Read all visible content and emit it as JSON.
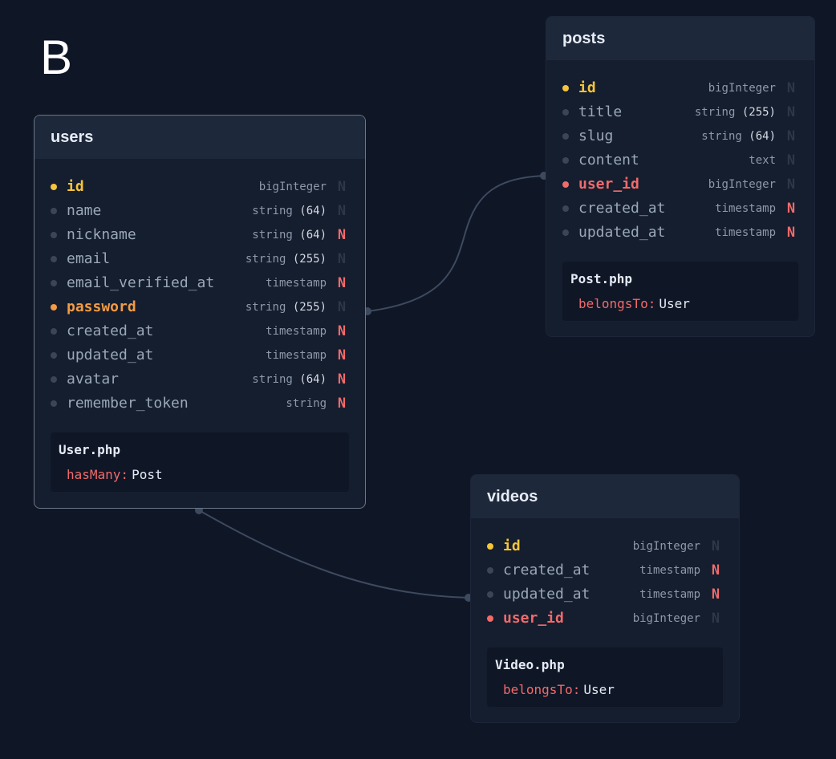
{
  "label": "B",
  "tables": {
    "users": {
      "name": "users",
      "columns": [
        {
          "name": "id",
          "role": "pk",
          "type": "bigInteger",
          "len": "",
          "nullable": false
        },
        {
          "name": "name",
          "role": "",
          "type": "string",
          "len": "(64)",
          "nullable": false
        },
        {
          "name": "nickname",
          "role": "",
          "type": "string",
          "len": "(64)",
          "nullable": true
        },
        {
          "name": "email",
          "role": "",
          "type": "string",
          "len": "(255)",
          "nullable": false
        },
        {
          "name": "email_verified_at",
          "role": "",
          "type": "timestamp",
          "len": "",
          "nullable": true
        },
        {
          "name": "password",
          "role": "hidden",
          "type": "string",
          "len": "(255)",
          "nullable": false
        },
        {
          "name": "created_at",
          "role": "",
          "type": "timestamp",
          "len": "",
          "nullable": true
        },
        {
          "name": "updated_at",
          "role": "",
          "type": "timestamp",
          "len": "",
          "nullable": true
        },
        {
          "name": "avatar",
          "role": "",
          "type": "string",
          "len": "(64)",
          "nullable": true
        },
        {
          "name": "remember_token",
          "role": "",
          "type": "string",
          "len": "",
          "nullable": true
        }
      ],
      "model": {
        "file": "User.php",
        "relation": "hasMany:",
        "target": "Post"
      }
    },
    "posts": {
      "name": "posts",
      "columns": [
        {
          "name": "id",
          "role": "pk",
          "type": "bigInteger",
          "len": "",
          "nullable": false
        },
        {
          "name": "title",
          "role": "",
          "type": "string",
          "len": "(255)",
          "nullable": false
        },
        {
          "name": "slug",
          "role": "",
          "type": "string",
          "len": "(64)",
          "nullable": false
        },
        {
          "name": "content",
          "role": "",
          "type": "text",
          "len": "",
          "nullable": false
        },
        {
          "name": "user_id",
          "role": "fk",
          "type": "bigInteger",
          "len": "",
          "nullable": false
        },
        {
          "name": "created_at",
          "role": "",
          "type": "timestamp",
          "len": "",
          "nullable": true
        },
        {
          "name": "updated_at",
          "role": "",
          "type": "timestamp",
          "len": "",
          "nullable": true
        }
      ],
      "model": {
        "file": "Post.php",
        "relation": "belongsTo:",
        "target": "User"
      }
    },
    "videos": {
      "name": "videos",
      "columns": [
        {
          "name": "id",
          "role": "pk",
          "type": "bigInteger",
          "len": "",
          "nullable": false
        },
        {
          "name": "created_at",
          "role": "",
          "type": "timestamp",
          "len": "",
          "nullable": true
        },
        {
          "name": "updated_at",
          "role": "",
          "type": "timestamp",
          "len": "",
          "nullable": true
        },
        {
          "name": "user_id",
          "role": "fk",
          "type": "bigInteger",
          "len": "",
          "nullable": false
        }
      ],
      "model": {
        "file": "Video.php",
        "relation": "belongsTo:",
        "target": "User"
      }
    }
  },
  "null_marker": "N",
  "colors": {
    "background": "#0f1626",
    "primary_key": "#f6c43a",
    "foreign_key": "#f26a6a",
    "hidden_column": "#f29b44",
    "link": "#3d4a5e"
  }
}
